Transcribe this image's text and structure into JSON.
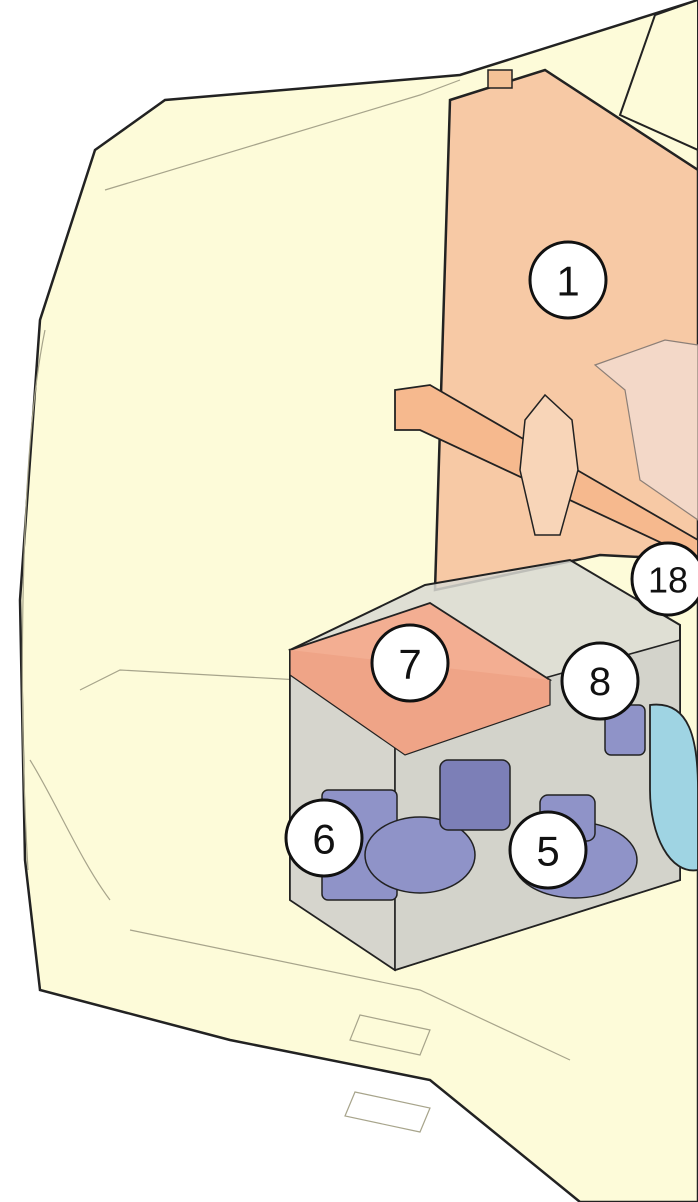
{
  "image_type": "technical cutaway illustration of a vehicle with internal components",
  "colors": {
    "cab_body": "#fdfbd9",
    "outline": "#222222",
    "panel_orange": "#f7c9a5",
    "box_gray": "#d9d9d2",
    "motor_blue": "#8f93c8",
    "roll_blue": "#9fd4e3",
    "pad_coral": "#f3ae92",
    "callout_fill": "#ffffff"
  },
  "callouts": [
    {
      "id": "c1",
      "label": "1"
    },
    {
      "id": "c5",
      "label": "5"
    },
    {
      "id": "c6",
      "label": "6"
    },
    {
      "id": "c7",
      "label": "7"
    },
    {
      "id": "c8",
      "label": "8"
    },
    {
      "id": "c18",
      "label": "18"
    }
  ]
}
